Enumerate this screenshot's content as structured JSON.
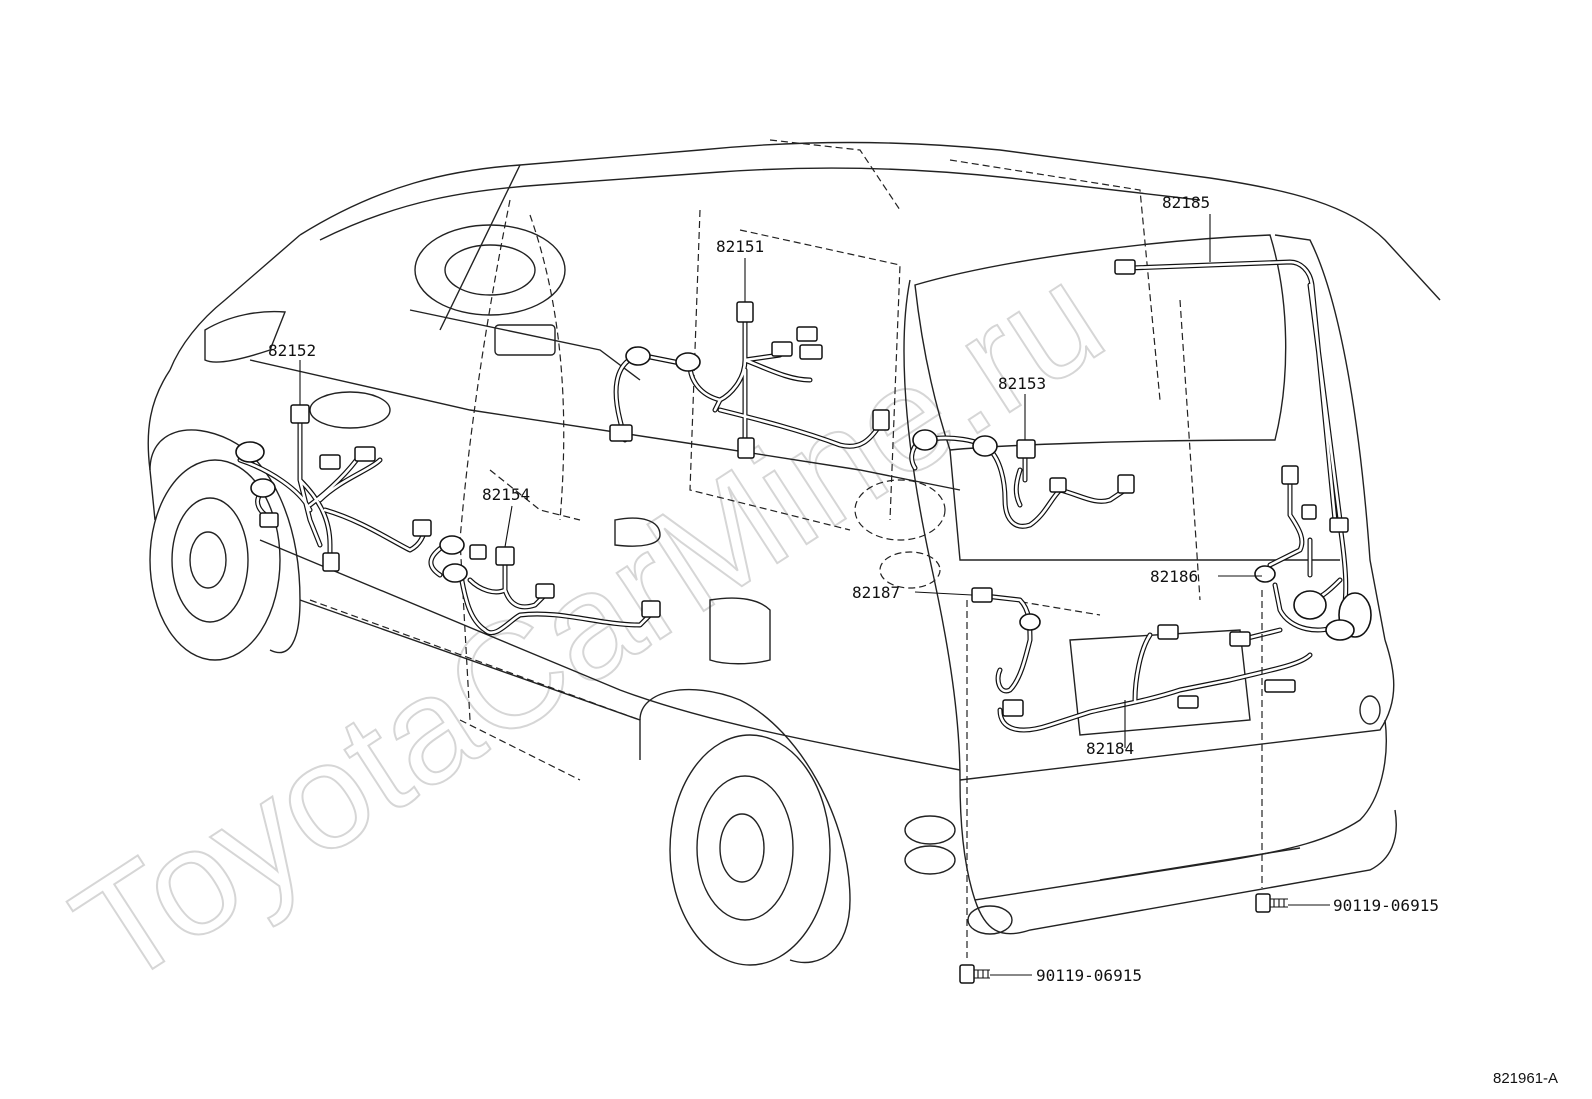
{
  "watermark": "ToyotaCarMine.ru",
  "figure_code": "821961-A",
  "callouts": {
    "c82151": "82151",
    "c82152": "82152",
    "c82153": "82153",
    "c82154": "82154",
    "c82184": "82184",
    "c82185": "82185",
    "c82186": "82186",
    "c82187": "82187",
    "bolt_left": "90119-06915",
    "bolt_right": "90119-06915"
  }
}
